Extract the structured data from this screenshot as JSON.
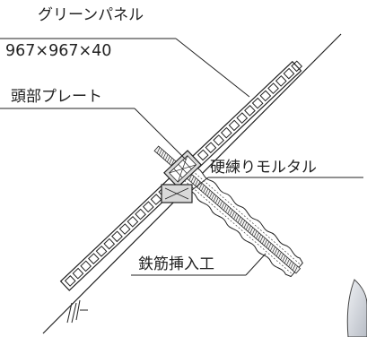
{
  "labels": {
    "panel_name": "グリーンパネル",
    "panel_dims": "967×967×40",
    "head_plate": "頭部プレート",
    "mortar": "硬練りモルタル",
    "rebar": "鉄筋挿入工"
  },
  "colors": {
    "line": "#222222",
    "panel_fill": "#ffffff",
    "plate_fill": "#d9d9d9",
    "rebar_fill": "#f2f2f2",
    "corner_shadow": "#cfd3da"
  }
}
